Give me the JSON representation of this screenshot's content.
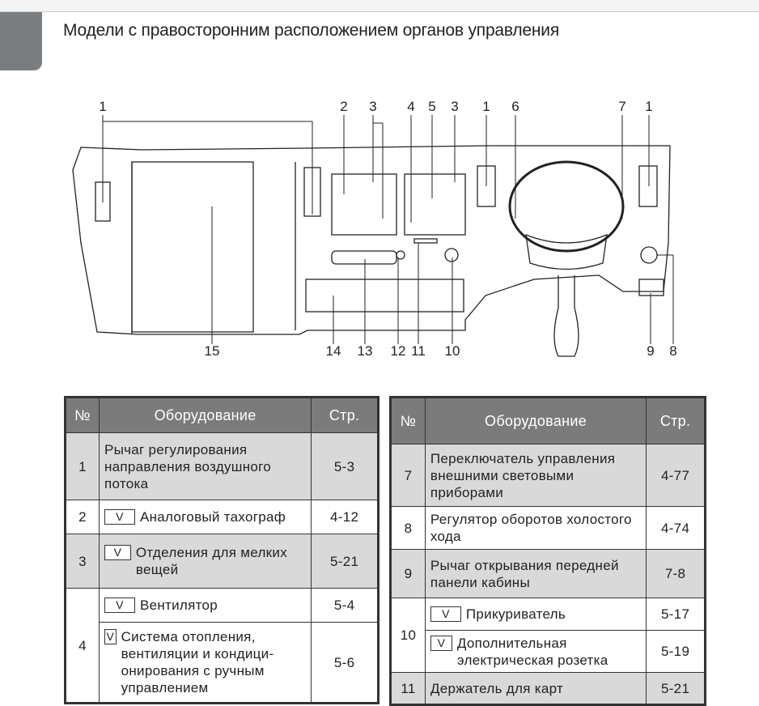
{
  "title": "Модели с правосторонним расположением органов управления",
  "diagram": {
    "top_labels": [
      "1",
      "2",
      "3",
      "4",
      "5",
      "3",
      "1",
      "6",
      "7",
      "1"
    ],
    "bottom_labels": [
      "15",
      "14",
      "13",
      "12",
      "11",
      "10",
      "9",
      "8"
    ]
  },
  "badge": "V",
  "table_left": {
    "headers": [
      "№",
      "Оборудование",
      "Стр."
    ],
    "rows": [
      {
        "no": "1",
        "text": "Рычаг регулирования направления воздушного потока",
        "page": "5-3"
      },
      {
        "no": "2",
        "text": "Аналоговый тахограф",
        "page": "4-12"
      },
      {
        "no": "3",
        "text": "Отделения для мелких вещей",
        "page": "5-21"
      },
      {
        "no": "4",
        "sub": [
          {
            "text": "Вентилятор",
            "page": "5-4"
          },
          {
            "text": "Система отопления, вентиляции и кондици-онирования с ручным управлением",
            "page": "5-6"
          }
        ]
      }
    ]
  },
  "table_right": {
    "headers": [
      "№",
      "Оборудование",
      "Стр."
    ],
    "rows": [
      {
        "no": "7",
        "text": "Переключатель управления внешними световыми приборами",
        "page": "4-77"
      },
      {
        "no": "8",
        "text": "Регулятор оборотов холостого хода",
        "page": "4-74"
      },
      {
        "no": "9",
        "text": "Рычаг открывания передней панели кабины",
        "page": "7-8"
      },
      {
        "no": "10",
        "sub": [
          {
            "text": "Прикуриватель",
            "page": "5-17"
          },
          {
            "text": "Дополнительная электрическая розетка",
            "page": "5-19"
          }
        ]
      },
      {
        "no": "11",
        "text": "Держатель для карт",
        "page": "5-21"
      }
    ]
  }
}
